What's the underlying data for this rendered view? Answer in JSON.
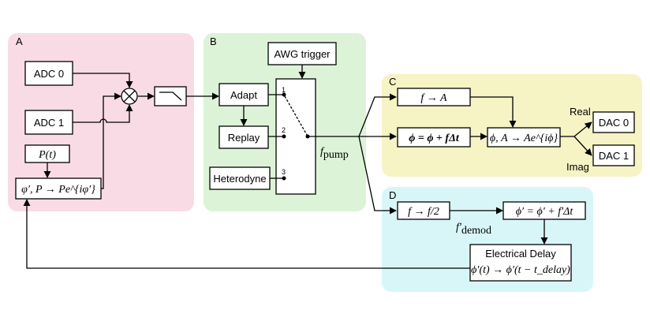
{
  "colors": {
    "panel_a": "#f9dbe6",
    "panel_b": "#dcf3d8",
    "panel_c": "#f6f3c4",
    "panel_d": "#d8f6f8"
  },
  "panels": {
    "a": "A",
    "b": "B",
    "c": "C",
    "d": "D"
  },
  "blocks": {
    "adc0": "ADC 0",
    "adc1": "ADC 1",
    "p_t": "P(t)",
    "phase_to_pe": "φ′, P → Pe^{iφ′}",
    "awg_trigger": "AWG trigger",
    "adapt": "Adapt",
    "replay": "Replay",
    "heterodyne": "Heterodyne",
    "f_to_a": "f → A",
    "phi_update": "ϕ = ϕ + fΔt",
    "phi_a_to_ae": "ϕ, A → Ae^{iϕ}",
    "dac0": "DAC 0",
    "dac1": "DAC 1",
    "f_to_f2": "f → f/2",
    "phi_prime_update": "ϕ′ = ϕ′ + f′Δt",
    "electrical_delay_title": "Electrical Delay",
    "electrical_delay_eq": "ϕ′(t) → ϕ′(t − t_delay)"
  },
  "switch_ports": {
    "p1": "1",
    "p2": "2",
    "p3": "3"
  },
  "signals": {
    "f_pump": "f_pump",
    "f_demod": "f′_demod",
    "real": "Real",
    "imag": "Imag"
  },
  "icons": {
    "mixer": "mixer-icon",
    "filter": "lowpass-filter-icon",
    "switch": "switch-icon"
  }
}
